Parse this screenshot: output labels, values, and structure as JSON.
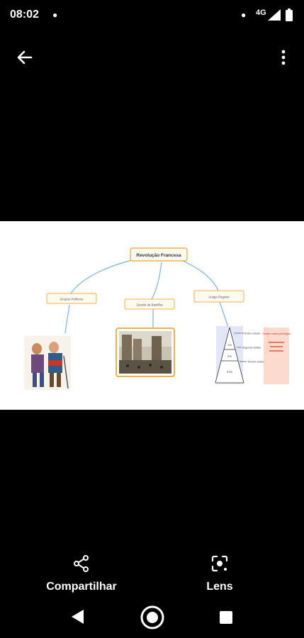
{
  "status_bar": {
    "time": "08:02",
    "network": "4G"
  },
  "top_bar": {
    "back_icon": "arrow-left-icon",
    "more_icon": "more-vert-icon"
  },
  "photo": {
    "root": "Revolução Francesa",
    "branches": [
      "Grupos Políticos",
      "Queda da Bastilha",
      "Antigo Regime"
    ],
    "pyramid_labels": [
      "1%",
      "2%",
      "97%"
    ],
    "pyramid_notes": [
      "Primeiro estado",
      "Segundo estado",
      "Terceiro estado"
    ],
    "side_note": "Tinham muitos privilégios"
  },
  "actions": {
    "share_label": "Compartilhar",
    "lens_label": "Lens"
  },
  "nav": {
    "back_icon": "triangle-back-icon",
    "home_icon": "circle-home-icon",
    "recents_icon": "square-recents-icon"
  }
}
